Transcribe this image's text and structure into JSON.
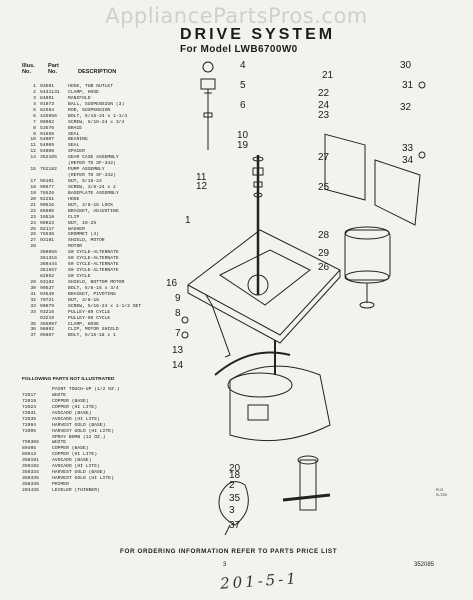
{
  "watermark": "AppliancePartsPros.com",
  "title": "DRIVE SYSTEM",
  "subtitle": "For Model LWB6700W0",
  "columns": {
    "illus_1": "Illus.",
    "illus_2": "No.",
    "part_1": "Part",
    "part_2": "No.",
    "desc": "DESCRIPTION"
  },
  "parts": [
    {
      "i": "1",
      "p": "93501",
      "d": "HOSE, TUB OUTLET"
    },
    {
      "i": "2",
      "p": "9431131",
      "d": "CLAMP, HOSE"
    },
    {
      "i": "3",
      "p": "84091",
      "d": "MANIFOLD"
    },
    {
      "i": "4",
      "p": "91073",
      "d": "BALL, SUSPENSION (3)"
    },
    {
      "i": "5",
      "p": "82564",
      "d": "ROD, SUSPENSION"
    },
    {
      "i": "6",
      "p": "425856",
      "d": "BOLT, 5/16-24 x 1-1/4"
    },
    {
      "i": "7",
      "p": "98062",
      "d": "SCREW, 5/16-24 x 3/4"
    },
    {
      "i": "8",
      "p": "53576",
      "d": "BRACE"
    },
    {
      "i": "9",
      "p": "91658",
      "d": "SEAL"
    },
    {
      "i": "10",
      "p": "54007",
      "d": "BEARING"
    },
    {
      "i": "11",
      "p": "54009",
      "d": "SEAL"
    },
    {
      "i": "12",
      "p": "54008",
      "d": "SPACER"
    },
    {
      "i": "14",
      "p": "362105",
      "d": "GEAR CASE ASSEMBLY"
    },
    {
      "i": "",
      "p": "",
      "d": "(REFER TO SF-342)"
    },
    {
      "i": "15",
      "p": "762182",
      "d": "PUMP ASSEMBLY"
    },
    {
      "i": "",
      "p": "",
      "d": "(REFER TO SF-342)"
    },
    {
      "i": "17",
      "p": "96101",
      "d": "NUT, 5/16-24"
    },
    {
      "i": "18",
      "p": "90677",
      "d": "SCREW, 3/8-24 x 2"
    },
    {
      "i": "19",
      "p": "76526",
      "d": "BASEPLATE ASSEMBLY"
    },
    {
      "i": "20",
      "p": "92251",
      "d": "HOSE"
    },
    {
      "i": "21",
      "p": "90516",
      "d": "NUT, 3/8-16 LOCK"
    },
    {
      "i": "22",
      "p": "86606",
      "d": "BRACKET, ADJUSTING"
    },
    {
      "i": "23",
      "p": "16518",
      "d": "CLIP"
    },
    {
      "i": "24",
      "p": "98023",
      "d": "NUT, 10-25"
    },
    {
      "i": "25",
      "p": "92117",
      "d": "WASHER"
    },
    {
      "i": "26",
      "p": "76536",
      "d": "GROMMET (4)"
    },
    {
      "i": "27",
      "p": "93181",
      "d": "SHIELD, MOTOR"
    },
    {
      "i": "28",
      "p": "",
      "d": "MOTOR"
    },
    {
      "i": "",
      "p": "360856",
      "d": "60 CYCLE-ALTERNATE"
    },
    {
      "i": "",
      "p": "361316",
      "d": "60 CYCLE-ALTERNATE"
    },
    {
      "i": "",
      "p": "360444",
      "d": "60 CYCLE-ALTERNATE"
    },
    {
      "i": "",
      "p": "361567",
      "d": "60 CYCLE-ALTERNATE"
    },
    {
      "i": "",
      "p": "82852",
      "d": "50 CYCLE"
    },
    {
      "i": "29",
      "p": "93182",
      "d": "SHIELD, BOTTOM MOTOR"
    },
    {
      "i": "30",
      "p": "90537",
      "d": "BOLT, 5/8-16 x 3/4"
    },
    {
      "i": "31",
      "p": "93549",
      "d": "BRACKET, PIVOTING"
    },
    {
      "i": "32",
      "p": "70721",
      "d": "NUT, 3/8-16"
    },
    {
      "i": "33",
      "p": "90679",
      "d": "SCREW, 5/16-24 x 1-1/2 SET"
    },
    {
      "i": "34",
      "p": "93216",
      "d": "PULLEY-60 CYCLE"
    },
    {
      "i": "",
      "p": "93219",
      "d": "PULLEY-50 CYCLE"
    },
    {
      "i": "35",
      "p": "355097",
      "d": "CLAMP, HOSE"
    },
    {
      "i": "36",
      "p": "98892",
      "d": "CLIP, MOTOR SHIELD"
    },
    {
      "i": "37",
      "p": "96867",
      "d": "BOLT, 5/16-18 x 1"
    }
  ],
  "not_illustrated_heading": "FOLLOWING PARTS NOT ILLUSTRATED",
  "not_illustrated": [
    {
      "p": "",
      "d": "PAINT TOUCH-UP (1/2 OZ.)"
    },
    {
      "p": "72017",
      "d": "WHITE"
    },
    {
      "p": "72019",
      "d": "COPPER (BASE)"
    },
    {
      "p": "72024",
      "d": "COPPER (HI LITE)"
    },
    {
      "p": "72031",
      "d": "AVOCADO (BASE)"
    },
    {
      "p": "72035",
      "d": "AVOCADO (HI LITE)"
    },
    {
      "p": "72094",
      "d": "HARVEST GOLD (BASE)"
    },
    {
      "p": "72095",
      "d": "HARVEST GOLD (HI LITE)"
    },
    {
      "p": "",
      "d": "SPRAY BOMB (12 OZ.)"
    },
    {
      "p": "799365",
      "d": "WHITE"
    },
    {
      "p": "89405",
      "d": "COPPER (BASE)"
    },
    {
      "p": "89913",
      "d": "COPPER (HI LITE)"
    },
    {
      "p": "350191",
      "d": "AVOCADO (BASE)"
    },
    {
      "p": "350192",
      "d": "AVOCADO (HI LITE)"
    },
    {
      "p": "350334",
      "d": "HARVEST GOLD (BASE)"
    },
    {
      "p": "350335",
      "d": "HARVEST GOLD (HI LITE)"
    },
    {
      "p": "350338",
      "d": "PRIMER"
    },
    {
      "p": "204436",
      "d": "LEVELER (THINNER)"
    }
  ],
  "callouts": [
    "4",
    "5",
    "6",
    "10",
    "19",
    "11",
    "12",
    "1",
    "16",
    "13",
    "14",
    "9",
    "8",
    "7",
    "20",
    "18",
    "2",
    "35",
    "3",
    "37",
    "21",
    "22",
    "24",
    "23",
    "30",
    "31",
    "32",
    "33",
    "34",
    "27",
    "25",
    "28",
    "29",
    "26"
  ],
  "footer": "FOR ORDERING INFORMATION REFER TO PARTS PRICE LIST",
  "page_number": "3",
  "page_code": "352085",
  "revision": "R-G\nS-725",
  "handwriting": "201-5-1"
}
